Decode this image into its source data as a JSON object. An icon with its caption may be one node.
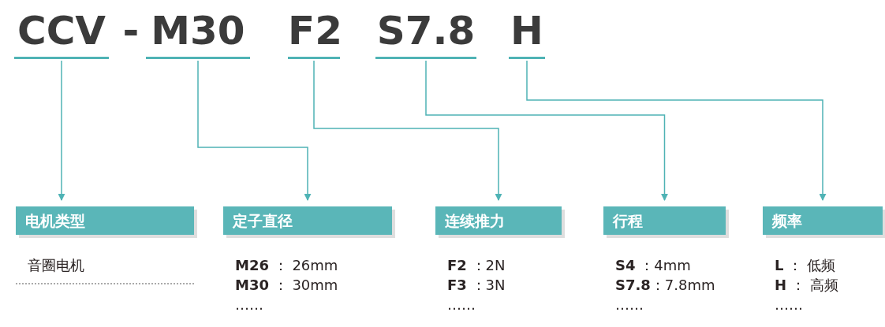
{
  "diagram": {
    "nodes": [
      {
        "text": [
          "CCV"
        ]
      },
      {
        "text": [
          "M30"
        ]
      },
      {
        "text": [
          "F2"
        ]
      },
      {
        "text": [
          "S7.8"
        ]
      },
      {
        "text": [
          "H"
        ]
      },
      {
        "text": [
          "电机类型"
        ],
        "beside": [
          "音圈电机"
        ]
      },
      {
        "text": [
          "定子直径"
        ],
        "beside": [
          "**M26** ： 26mm",
          "**M30** ： 30mm",
          "……"
        ]
      },
      {
        "text": [
          "连续推力"
        ],
        "beside": [
          "**F2** ：2N",
          "**F3** ：3N",
          "……"
        ]
      },
      {
        "text": [
          "行程"
        ],
        "beside": [
          "**S4** ：4mm",
          "**S7.8**：7.8mm",
          "……"
        ]
      },
      {
        "text": [
          "频率"
        ],
        "beside": [
          "**L** ： 低频",
          "**H** ： 高频",
          "……"
        ]
      }
    ],
    "edges": [
      {
        "from": 0,
        "to": 5,
        "arrow": "to"
      },
      {
        "from": 1,
        "to": 6,
        "arrow": "to"
      },
      {
        "from": 2,
        "to": 7,
        "arrow": "to"
      },
      {
        "from": 3,
        "to": 8,
        "arrow": "to"
      },
      {
        "from": 4,
        "to": 9,
        "arrow": "to"
      }
    ],
    "labels": [
      "-"
    ]
  }
}
